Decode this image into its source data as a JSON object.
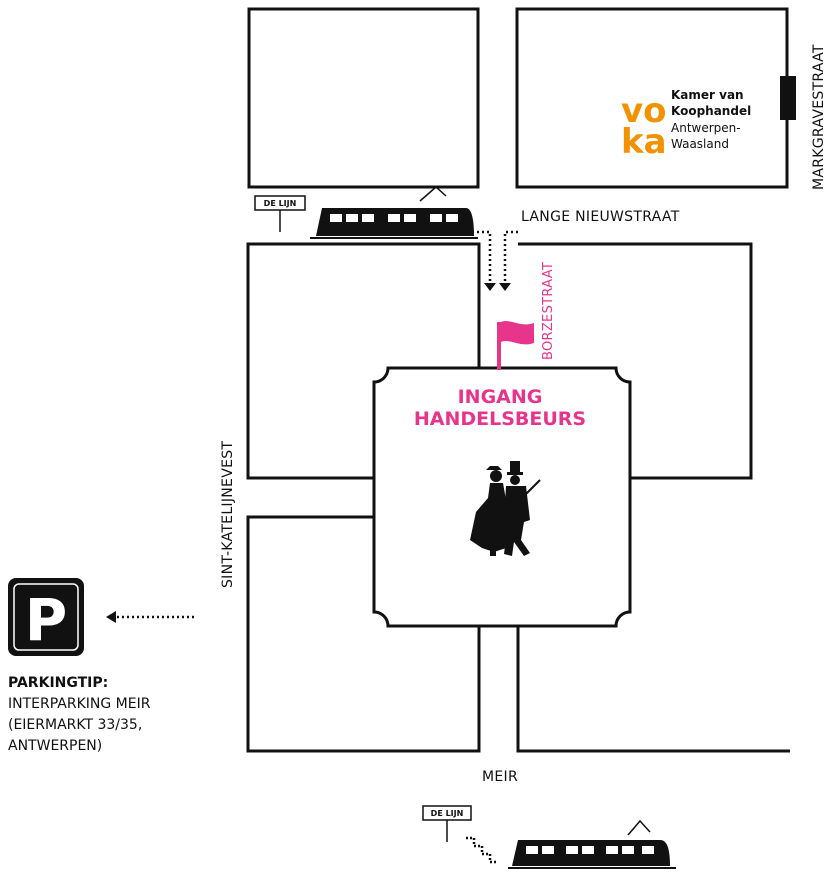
{
  "streets": {
    "lange_nieuwstraat": "LANGE NIEUWSTRAAT",
    "markgravestraat": "MARKGRAVESTRAAT",
    "borzestraat": "BORZESTRAAT",
    "sint_katelijnevest": "SINT-KATELIJNEVEST",
    "meir": "MEIR"
  },
  "entrance": {
    "line1": "INGANG",
    "line2": "HANDELSBEURS"
  },
  "voka": {
    "logo_top": "vo",
    "logo_bottom": "ka",
    "line1": "Kamer van",
    "line2": "Koophandel",
    "line3": "Antwerpen-",
    "line4": "Waasland"
  },
  "tram_stops": {
    "top_label": "DE LIJN",
    "bottom_label": "DE LIJN"
  },
  "parking": {
    "sign": "P",
    "title": "PARKINGTIP:",
    "line1": "INTERPARKING MEIR",
    "line2": "(EIERMARKT 33/35,",
    "line3": "ANTWERPEN)"
  },
  "colors": {
    "accent_pink": "#e8358c",
    "voka_orange": "#f39200",
    "ink": "#111111"
  }
}
